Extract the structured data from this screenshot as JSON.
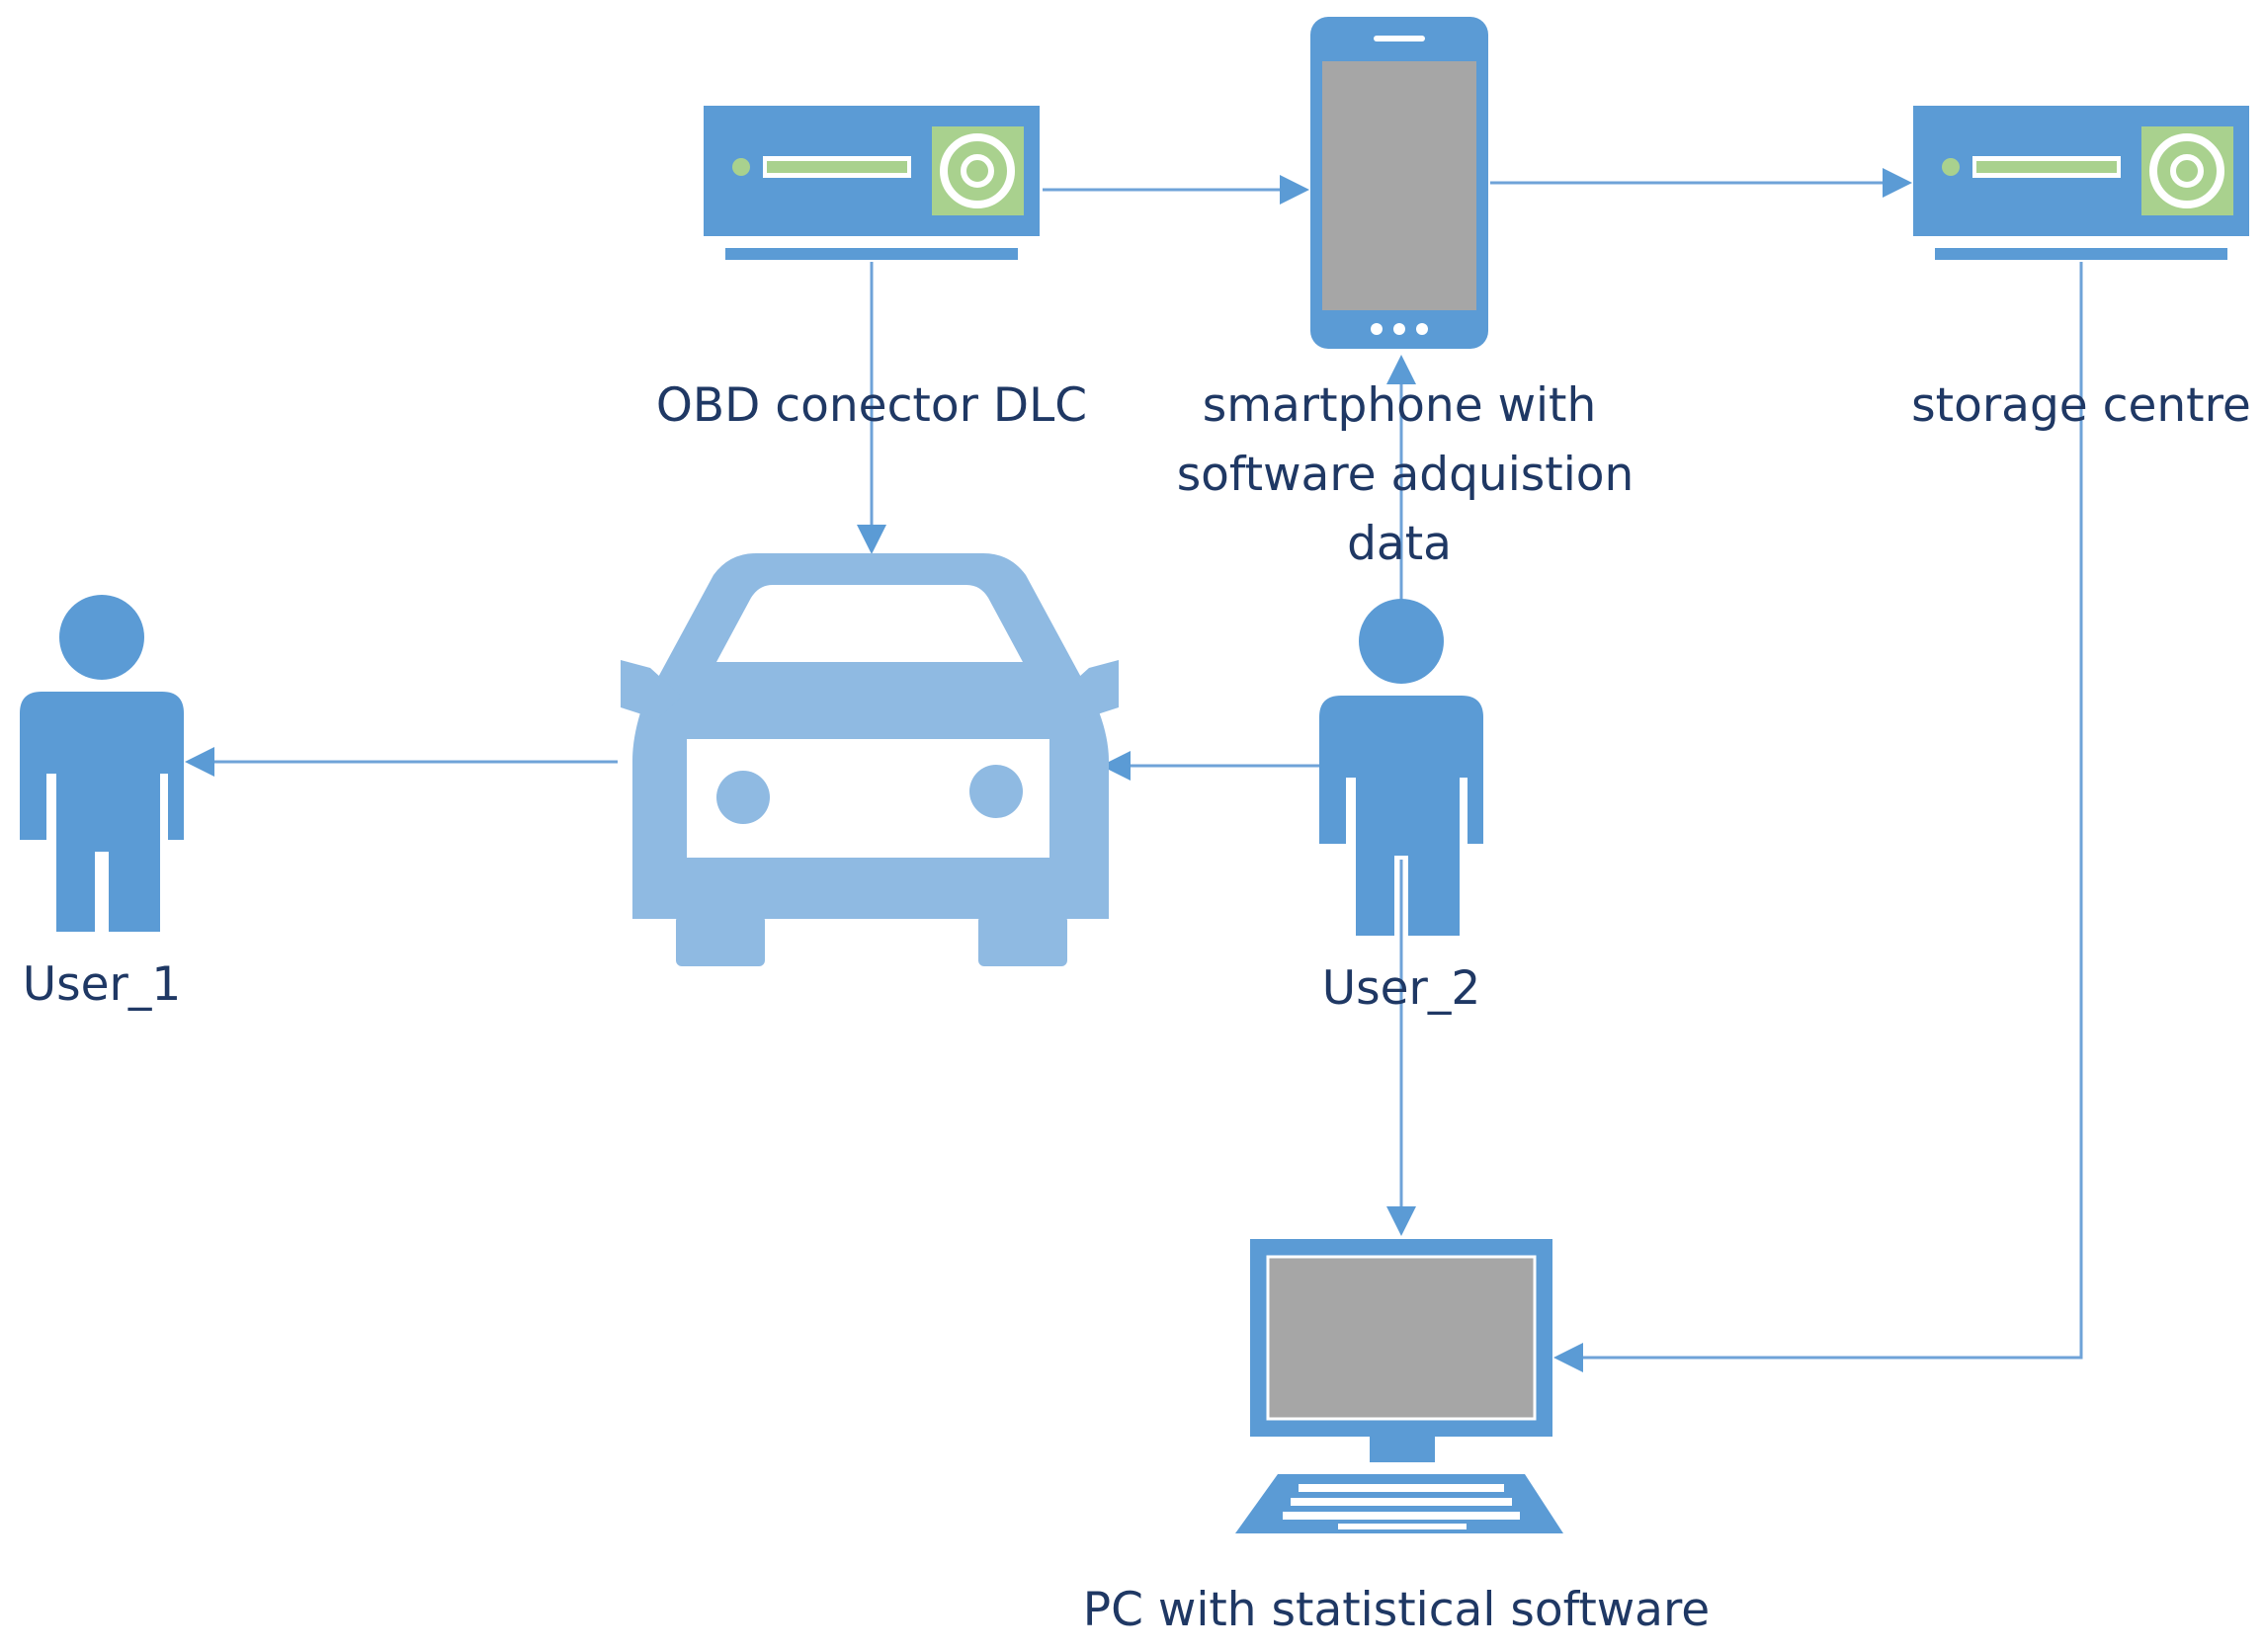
{
  "nodes": {
    "obd": {
      "label": "OBD conector DLC",
      "icon": "server-device-icon"
    },
    "smartphone": {
      "label_lines": [
        "smartphone with",
        "software adquistion",
        "data"
      ],
      "icon": "smartphone-icon"
    },
    "storage": {
      "label": "storage centre",
      "icon": "server-device-icon"
    },
    "user1": {
      "label": "User_1",
      "icon": "person-icon"
    },
    "user2": {
      "label": "User_2",
      "icon": "person-icon"
    },
    "car": {
      "icon": "car-icon"
    },
    "pc": {
      "label": "PC with statistical software",
      "icon": "desktop-computer-icon"
    }
  },
  "edges": [
    {
      "from": "obd",
      "to": "smartphone"
    },
    {
      "from": "smartphone",
      "to": "storage"
    },
    {
      "from": "obd",
      "to": "car"
    },
    {
      "from": "car",
      "to": "user1"
    },
    {
      "from": "user2",
      "to": "car"
    },
    {
      "from": "user2",
      "to": "smartphone"
    },
    {
      "from": "user2",
      "to": "pc"
    },
    {
      "from": "storage",
      "to": "pc"
    }
  ],
  "colors": {
    "device_blue": "#5b9bd5",
    "car_blue": "#8fbae2",
    "accent_green": "#a9d18e",
    "screen_gray": "#a6a6a6",
    "line": "#6fa3d8",
    "text": "#1f3864"
  }
}
